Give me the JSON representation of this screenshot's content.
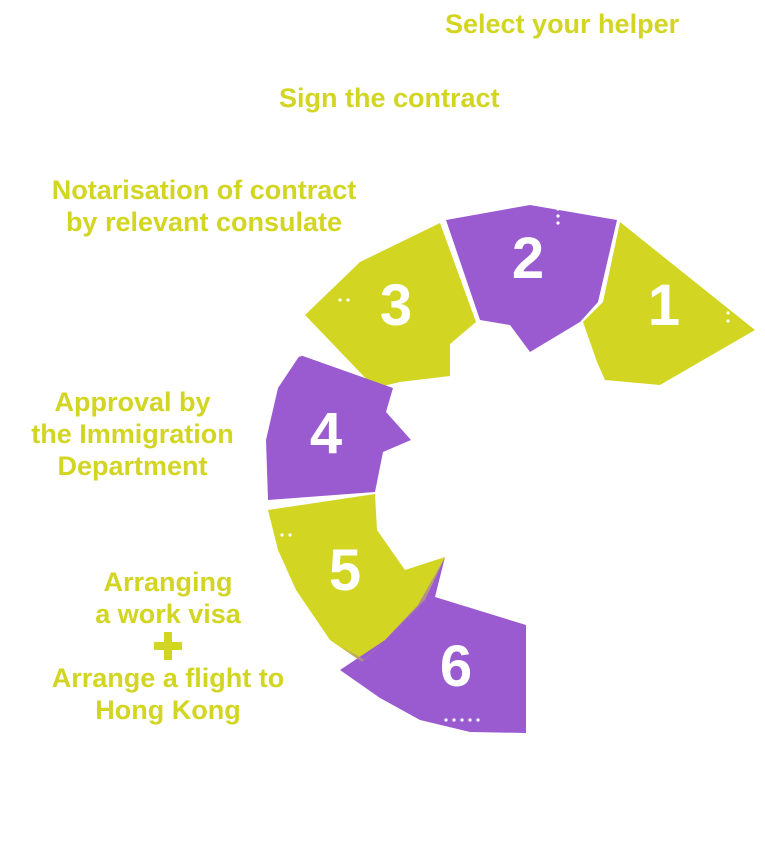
{
  "colors": {
    "lime": "#d2d623",
    "purple": "#9b5bd0",
    "number": "#ffffff"
  },
  "steps": [
    {
      "number": "1",
      "lines": [
        "Select your helper"
      ]
    },
    {
      "number": "2",
      "lines": [
        "Sign the contract"
      ]
    },
    {
      "number": "3",
      "lines": [
        "Notarisation of contract",
        "by relevant consulate"
      ]
    },
    {
      "number": "4",
      "lines": [
        "Approval by",
        "the Immigration",
        "Department"
      ]
    },
    {
      "number": "5",
      "lines": [
        "Arranging",
        "a work visa"
      ]
    },
    {
      "number": "6",
      "lines": [
        "Arrange a flight to",
        "Hong Kong"
      ]
    }
  ]
}
